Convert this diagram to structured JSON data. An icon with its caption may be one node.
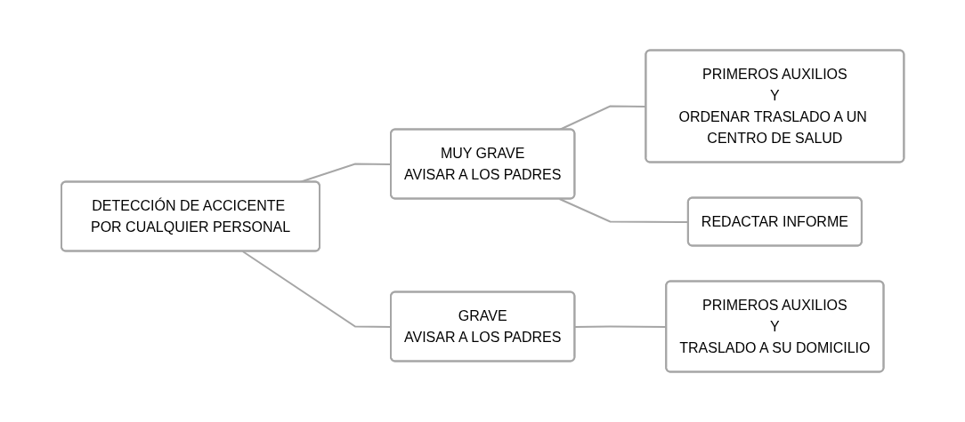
{
  "diagram": {
    "nodes": [
      {
        "text": [
          "DETECCIÓN DE ACCICENTE POR CUALQUIER PERSONAL"
        ]
      },
      {
        "text": [
          "MUY GRAVE",
          "AVISAR A LOS PADRES"
        ]
      },
      {
        "text": [
          "PRIMEROS AUXILIOS",
          "Y",
          "ORDENAR TRASLADO A UN CENTRO DE SALUD"
        ]
      },
      {
        "text": [
          "REDACTAR INFORME"
        ]
      },
      {
        "text": [
          "GRAVE",
          "AVISAR A LOS PADRES"
        ]
      },
      {
        "text": [
          "PRIMEROS AUXILIOS",
          "Y",
          "TRASLADO A SU DOMICILIO"
        ]
      }
    ],
    "edges": [
      {
        "from": 0,
        "to": 1,
        "arrow": "none"
      },
      {
        "from": 0,
        "to": 4,
        "arrow": "none"
      },
      {
        "from": 1,
        "to": 2,
        "arrow": "none"
      },
      {
        "from": 1,
        "to": 3,
        "arrow": "none"
      },
      {
        "from": 4,
        "to": 5,
        "arrow": "none"
      }
    ]
  }
}
